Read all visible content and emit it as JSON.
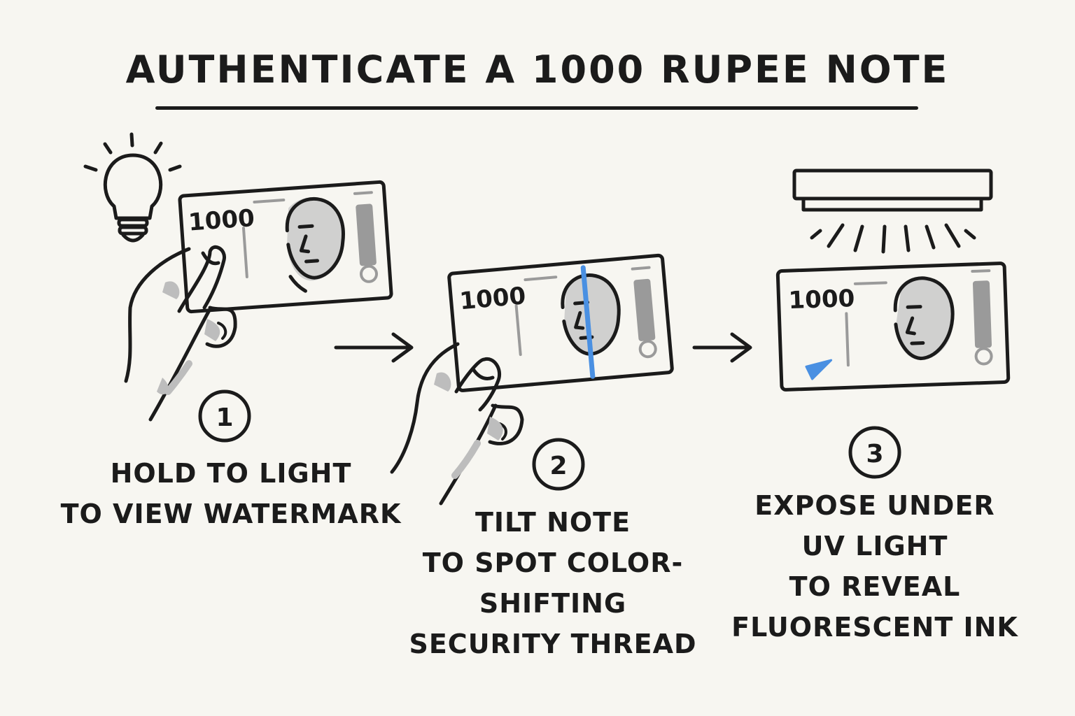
{
  "title": "AUTHENTICATE  A 1000 RUPEE NOTE",
  "note_denomination": "1000",
  "steps": [
    {
      "number": "1",
      "lines": [
        "HOLD TO LIGHT",
        "TO VIEW WATERMARK"
      ],
      "icon": "light-bulb-icon"
    },
    {
      "number": "2",
      "lines": [
        "TILT NOTE",
        "TO SPOT COLOR-",
        "SHIFTING",
        "SECURITY THREAD"
      ],
      "icon": "hand-tilting-note-icon"
    },
    {
      "number": "3",
      "lines": [
        "EXPOSE UNDER",
        "UV LIGHT",
        "TO REVEAL",
        "FLUORESCENT INK"
      ],
      "icon": "uv-lamp-icon"
    }
  ],
  "colors": {
    "ink": "#1b1b1b",
    "background": "#f7f6f1",
    "accent_blue": "#4a90e2",
    "shading": "#b8b8b8"
  }
}
